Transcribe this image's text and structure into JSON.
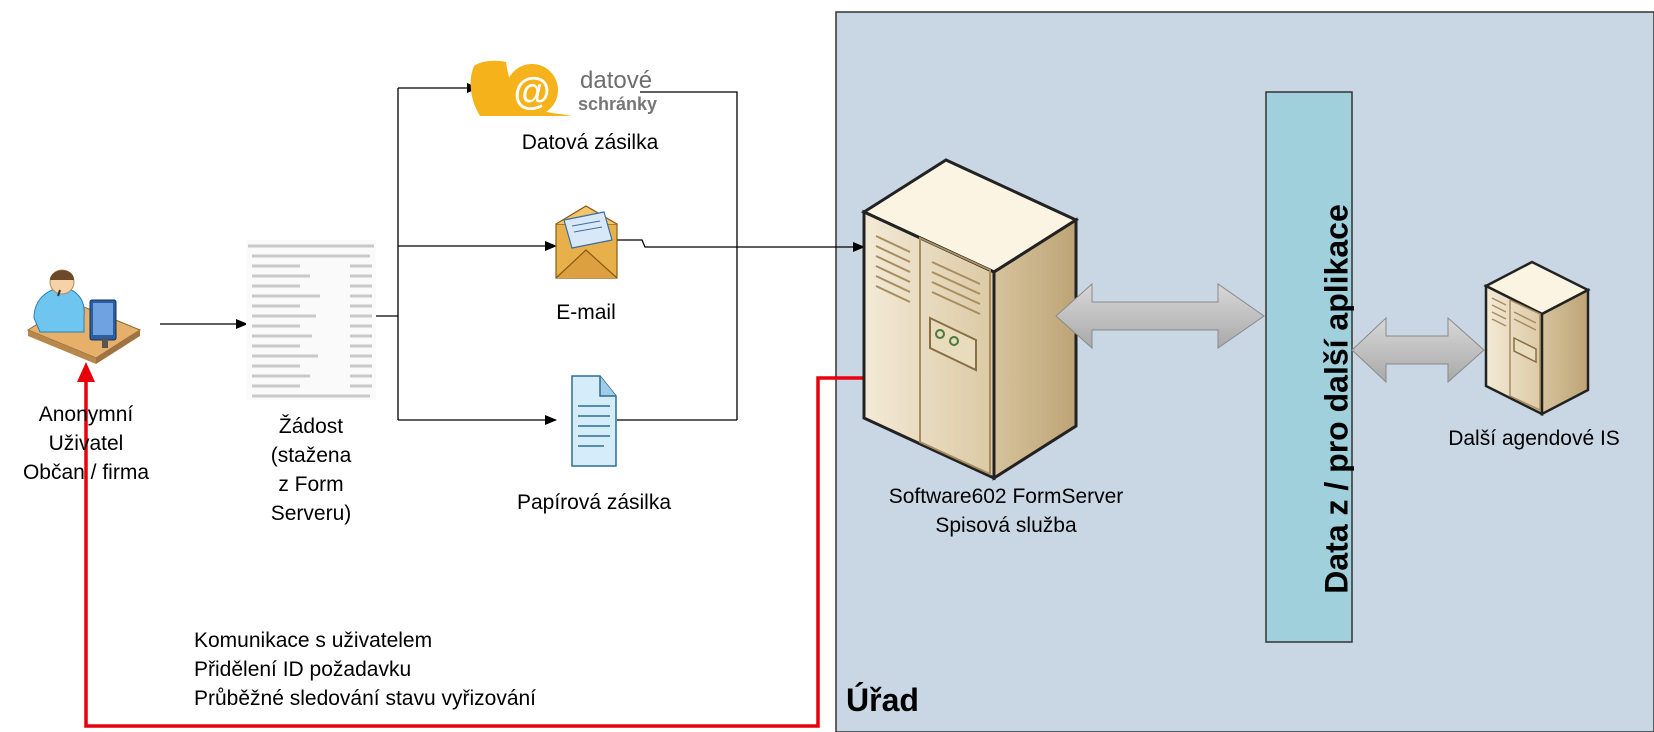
{
  "office": {
    "title": "Úřad"
  },
  "user": {
    "lines": [
      "Anonymní",
      "Uživatel",
      "Občan / firma"
    ]
  },
  "request": {
    "lines": [
      "Žádost",
      "(stažena",
      "z Form",
      "Serveru)"
    ]
  },
  "channels": {
    "databox": {
      "logo_text_top": "datové",
      "logo_text_bottom": "schránky",
      "label": "Datová zásilka"
    },
    "email": {
      "label": "E-mail"
    },
    "paper": {
      "label": "Papírová zásilka"
    }
  },
  "formserver": {
    "lines": [
      "Software602 FormServer",
      "Spisová služba"
    ]
  },
  "data_band": {
    "label": "Data z / pro další aplikace"
  },
  "other_is": {
    "label": "Další agendové IS"
  },
  "communication": {
    "lines": [
      "Komunikace s uživatelem",
      "Přidělení ID požadavku",
      "Průběžné sledování stavu vyřizování"
    ]
  },
  "colors": {
    "office_bg": "#c9d6e4",
    "data_band": "#9fd0dc",
    "feedback_line": "#e8000b",
    "double_arrow": "#c0c0c0"
  }
}
